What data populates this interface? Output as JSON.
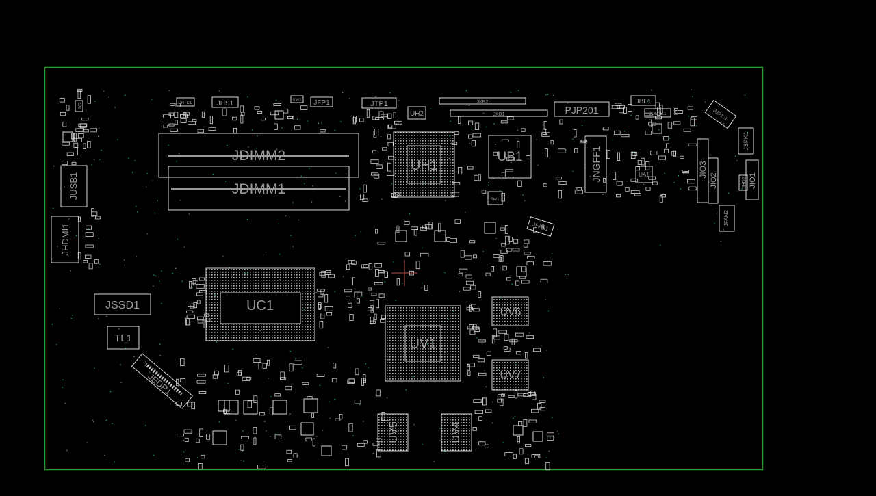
{
  "board": {
    "outline_color": "#1fa31f",
    "background": "#000000",
    "cursor_color": "#b05050",
    "via_color": "#2aa7a7"
  },
  "labels": {
    "jdimm2": "JDIMM2",
    "jdimm1": "JDIMM1",
    "uh1": "UH1",
    "ub1": "UB1",
    "uc1": "UC1",
    "uv1": "UV1",
    "uv6": "UV6",
    "uv7": "UV7",
    "uv5": "UV5",
    "uv4": "UV4",
    "jusb1": "JUSB1",
    "jhdmi1": "JHDMI1",
    "jssd1": "JSSD1",
    "tl1": "TL1",
    "jedp1": "JEDP1",
    "jngff1": "JNGFF1",
    "pjp201": "PJP201",
    "ua1": "UA1",
    "jio3": "JIO3",
    "jio2": "JIO2",
    "jio1": "JIO1",
    "jfan2": "JFAN2",
    "jfan1": "JFAN1",
    "jspk1": "JSPK1",
    "pjp101": "PJP101",
    "jbl1": "JBL1",
    "jdmic1": "JDMIC1",
    "jhs1": "JHS1",
    "jfp1": "JFP1",
    "jtp1": "JTP1",
    "uh2": "UH2",
    "jkb2": "JKB2",
    "jkb1": "JKB1",
    "jrtc1": "JRTC1",
    "sw2": "SW2",
    "sw1": "SW1",
    "sw3": "SW3",
    "jhd2": "JHD2"
  }
}
